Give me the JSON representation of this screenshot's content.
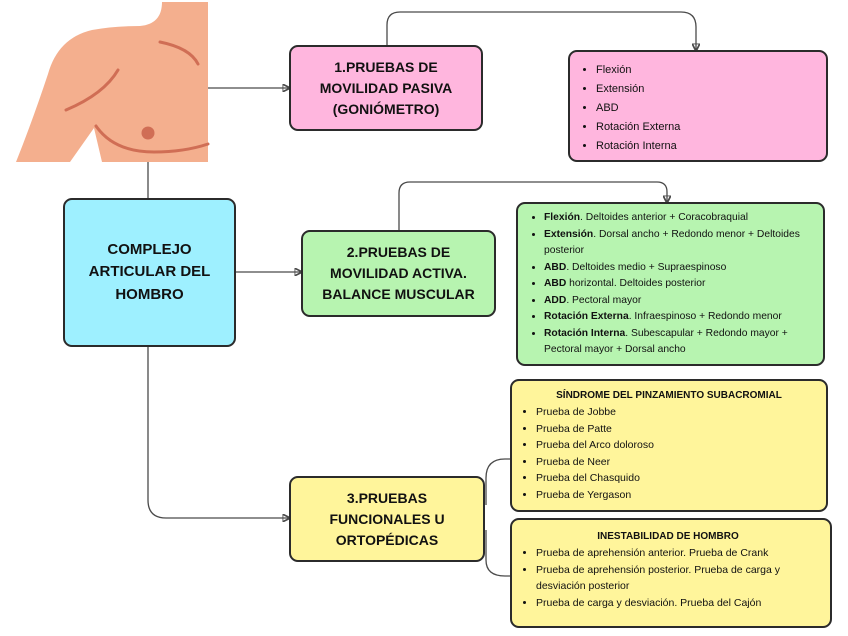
{
  "diagram": {
    "root": {
      "title": "COMPLEJO\nARTICULAR DEL\nHOMBRO",
      "color": "#9ef0ff"
    },
    "illustration": "shoulder-torso-illustration",
    "branches": [
      {
        "title": "1.PRUEBAS DE\nMOVILIDAD PASIVA\n(GONIÓMETRO)",
        "color": "#ffb6de",
        "details": {
          "items": [
            {
              "label": "Flexión"
            },
            {
              "label": "Extensión"
            },
            {
              "label": "ABD"
            },
            {
              "label": "Rotación Externa"
            },
            {
              "label": "Rotación Interna"
            }
          ]
        }
      },
      {
        "title": "2.PRUEBAS DE\nMOVILIDAD ACTIVA.\nBALANCE MUSCULAR",
        "color": "#b7f4b0",
        "details": {
          "items": [
            {
              "term": "Flexión",
              "text": ". Deltoides anterior + Coracobraquial"
            },
            {
              "term": "Extensión",
              "text": ". Dorsal ancho + Redondo menor + Deltoides posterior"
            },
            {
              "term": "ABD",
              "text": ". Deltoides medio + Supraespinoso"
            },
            {
              "term": "ABD",
              "text": " horizontal. Deltoides posterior"
            },
            {
              "term": "ADD",
              "text": ". Pectoral mayor"
            },
            {
              "term": "Rotación Externa",
              "text": ". Infraespinoso + Redondo menor"
            },
            {
              "term": "Rotación Interna",
              "text": ". Subescapular + Redondo mayor + Pectoral mayor + Dorsal ancho"
            }
          ]
        }
      },
      {
        "title": "3.PRUEBAS\nFUNCIONALES U\nORTOPÉDICAS",
        "color": "#fff59b",
        "groups": [
          {
            "title": "SÍNDROME DEL PINZAMIENTO SUBACROMIAL",
            "items": [
              "Prueba de Jobbe",
              "Prueba de Patte",
              "Prueba del Arco doloroso",
              "Prueba de Neer",
              "Prueba del Chasquido",
              "Prueba de Yergason"
            ]
          },
          {
            "title": "INESTABILIDAD DE HOMBRO",
            "items": [
              "Prueba de aprehensión anterior. Prueba de Crank",
              "Prueba de aprehensión posterior. Prueba de carga y desviación posterior",
              "Prueba de carga y desviación. Prueba del Cajón"
            ]
          }
        ]
      }
    ]
  }
}
